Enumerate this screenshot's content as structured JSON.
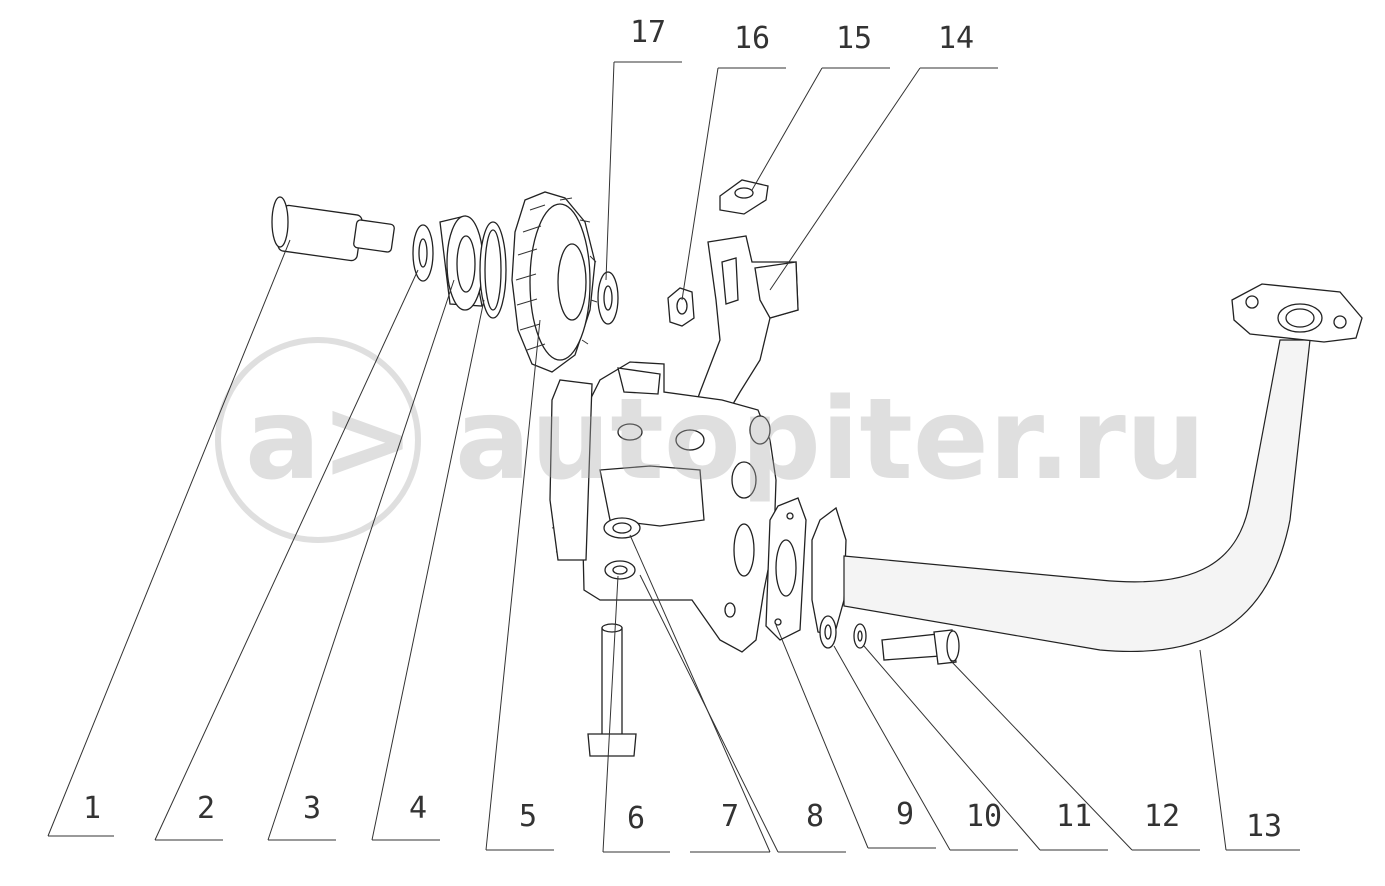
{
  "watermark": {
    "logo_glyphs": "a>",
    "text": "autopiter.ru"
  },
  "callouts": [
    {
      "id": "callout-1",
      "label": "1"
    },
    {
      "id": "callout-2",
      "label": "2"
    },
    {
      "id": "callout-3",
      "label": "3"
    },
    {
      "id": "callout-4",
      "label": "4"
    },
    {
      "id": "callout-5",
      "label": "5"
    },
    {
      "id": "callout-6",
      "label": "6"
    },
    {
      "id": "callout-7",
      "label": "7"
    },
    {
      "id": "callout-8",
      "label": "8"
    },
    {
      "id": "callout-9",
      "label": "9"
    },
    {
      "id": "callout-10",
      "label": "10"
    },
    {
      "id": "callout-11",
      "label": "11"
    },
    {
      "id": "callout-12",
      "label": "12"
    },
    {
      "id": "callout-13",
      "label": "13"
    },
    {
      "id": "callout-14",
      "label": "14"
    },
    {
      "id": "callout-15",
      "label": "15"
    },
    {
      "id": "callout-16",
      "label": "16"
    },
    {
      "id": "callout-17",
      "label": "17"
    }
  ]
}
